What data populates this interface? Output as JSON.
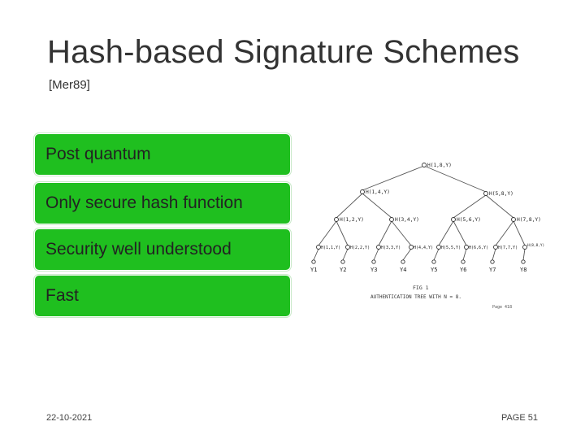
{
  "slide": {
    "title": "Hash-based Signature Schemes",
    "citation": "[Mer89]",
    "bullets": [
      "Post quantum",
      "Only secure hash function",
      "Security well understood",
      "Fast"
    ],
    "footer": {
      "date": "22-10-2021",
      "page": "PAGE 51"
    }
  },
  "figure": {
    "root": "H(1,8,Y)",
    "level1": [
      "H(1,4,Y)",
      "H(5,8,Y)"
    ],
    "level2": [
      "H(1,2,Y)",
      "H(3,4,Y)",
      "H(5,6,Y)",
      "H(7,8,Y)"
    ],
    "level3": [
      "H(1,1,Y)",
      "H(2,2,Y)",
      "H(3,3,Y)",
      "H(4,4,Y)",
      "H(5,5,Y)",
      "H(6,6,Y)",
      "H(7,7,Y)",
      "H(8,8,Y)"
    ],
    "leaves": [
      "Y1",
      "Y2",
      "Y3",
      "Y4",
      "Y5",
      "Y6",
      "Y7",
      "Y8"
    ],
    "fig_label": "FIG 1",
    "caption": "AUTHENTICATION TREE WITH N = 8.",
    "page_note": "Page 418"
  },
  "colors": {
    "bullet_fill": "#1fbf1f",
    "title_text": "#333333"
  }
}
